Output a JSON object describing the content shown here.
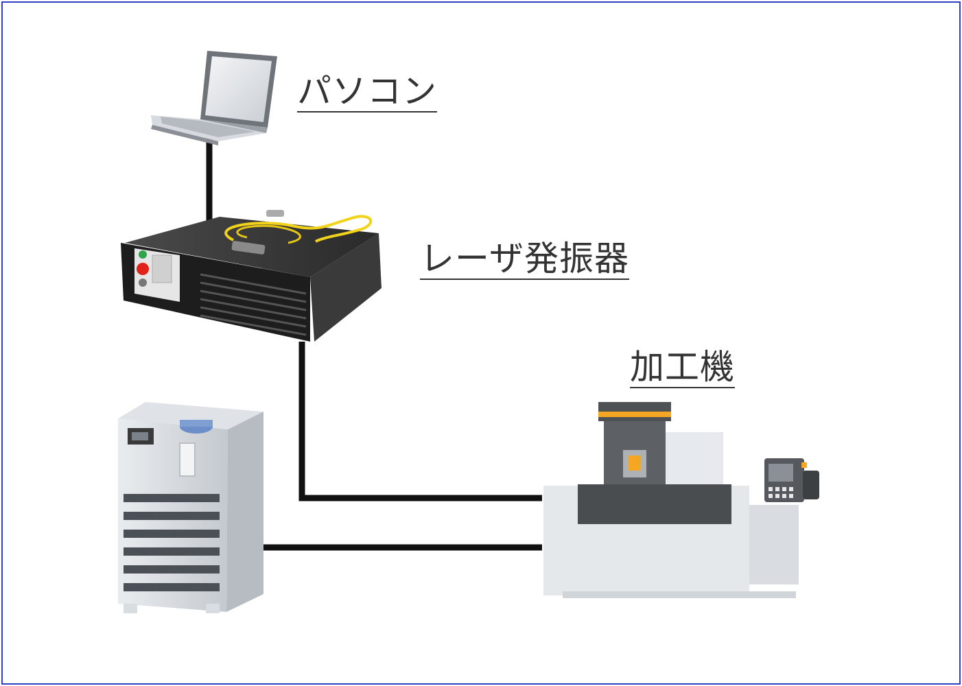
{
  "labels": {
    "pc": "パソコン",
    "laser": "レーザ発振器",
    "machine": "加工機"
  },
  "colors": {
    "frame": "#2f3fc6",
    "cable": "#111111",
    "label_text": "#333333",
    "machine_accent": "#f5a623"
  },
  "icons": {
    "pc": "laptop-icon",
    "laser": "laser-oscillator-icon",
    "chiller": "chiller-unit-icon",
    "machine": "processing-machine-icon"
  }
}
